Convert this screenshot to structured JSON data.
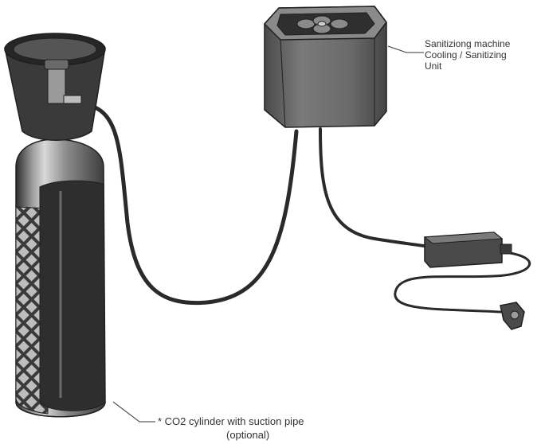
{
  "unit_label": {
    "line1": "Sanitiziong machine",
    "line2": "Cooling / Sanitizing",
    "line3": "Unit"
  },
  "cylinder_label": {
    "line1": "* CO2  cylinder with suction pipe",
    "line2": "(optional)"
  },
  "colors": {
    "dark_body": "#3a3a3a",
    "mid_gray": "#6a6a6a",
    "light_gray": "#cfcfcf",
    "line": "#222222"
  }
}
